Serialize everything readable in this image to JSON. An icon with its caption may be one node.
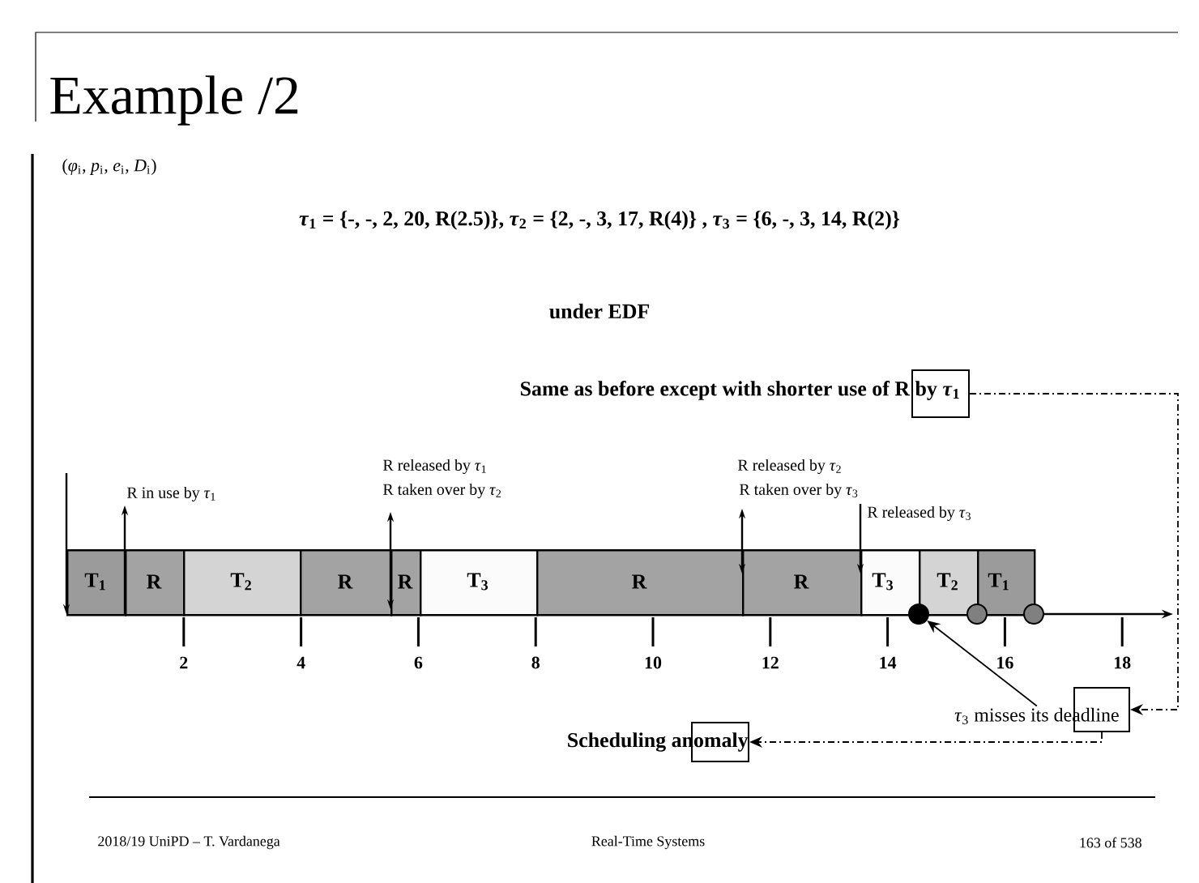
{
  "diagram": {
    "title": "Example /2",
    "nodes": [
      {
        "text": [],
        "shape": "box"
      },
      {
        "text": [
          "T$_{1}$"
        ]
      },
      {
        "text": [
          "R"
        ]
      },
      {
        "text": [
          "T$_{2}$"
        ]
      },
      {
        "text": [
          "R"
        ]
      },
      {
        "text": [
          "R"
        ]
      },
      {
        "text": [
          "T$_{3}$"
        ]
      },
      {
        "text": [
          "R"
        ]
      },
      {
        "text": [
          "R"
        ]
      },
      {
        "text": [
          "T$_{3}$"
        ]
      },
      {
        "text": [
          "T$_{2}$"
        ]
      },
      {
        "text": [
          "T$_{1}$"
        ]
      },
      {
        "text": [],
        "shape": "circle"
      },
      {
        "text": [],
        "shape": "circle"
      },
      {
        "text": [],
        "shape": "circle"
      },
      {
        "text": [
          "*τ*$_{3}$ misses its deadline"
        ]
      },
      {
        "text": [],
        "shape": "box"
      },
      {
        "text": [],
        "shape": "box"
      }
    ],
    "edges": [
      {
        "from": 0,
        "to": 16,
        "arrow": "to",
        "style": "dashed"
      },
      {
        "from": 16,
        "to": 17,
        "arrow": "to",
        "style": "dashed"
      },
      {
        "from": 15,
        "to": 12,
        "arrow": "to"
      }
    ],
    "labels": [
      "(*φ*$_{i}$, *p*$_{i}$, *e*$_{i}$, *D*$_{i}$)",
      "*τ*$_{1}$ = {-, -, 2, 20, R(2.5)}, *τ*$_{2}$ = {2, -, 3, 17, R(4)} , *τ*$_{3}$ = {6, -, 3, 14, R(2)}",
      "under EDF",
      "Same as before except with shorter use of R by *τ*$_{1}$",
      "R in use by *τ*$_{1}$",
      "R released by *τ*$_{1}$",
      "R taken over by *τ*$_{2}$",
      "R released by *τ*$_{2}$",
      "R taken over by *τ*$_{3}$",
      "R released by *τ*$_{3}$",
      "2",
      "4",
      "6",
      "8",
      "10",
      "12",
      "14",
      "16",
      "18",
      "Scheduling anomaly",
      "2018/19 UniPD – T. Vardanega",
      "Real-Time Systems",
      "163 of 538"
    ]
  }
}
